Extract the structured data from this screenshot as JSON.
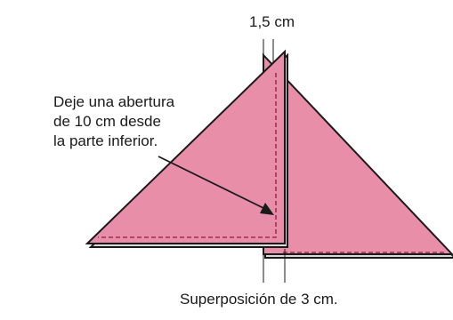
{
  "labels": {
    "seam_width": "1,5 cm",
    "note_lines": [
      "Deje una abertura",
      "de 10 cm desde",
      "la parte inferior."
    ],
    "overlap": "Superposición de 3 cm."
  },
  "colors": {
    "fabric_fill": "#e98ea8",
    "outline": "#1a1a1a",
    "stitch": "#9c2f4d",
    "background": "#ffffff"
  }
}
